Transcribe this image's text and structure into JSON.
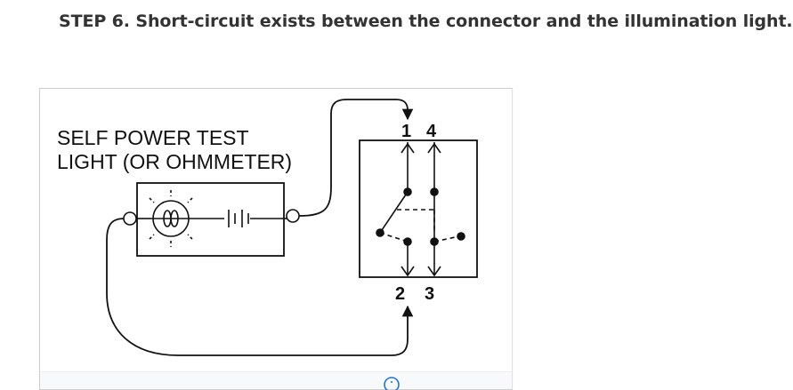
{
  "heading": {
    "text": "STEP 6. Short-circuit exists between the connector and the illumination light."
  },
  "diagram": {
    "label_line1": "SELF POWER TEST",
    "label_line2": "LIGHT (OR OHMMETER)",
    "terminal_1": "1",
    "terminal_2": "2",
    "terminal_3": "3",
    "terminal_4": "4"
  },
  "colors": {
    "heading": "#333333",
    "line": "#111111",
    "card_border": "#cfcfcf",
    "info_icon": "#1a73e8"
  },
  "icons": [
    "lamp-icon",
    "battery-icon",
    "switch-contacts",
    "info-icon"
  ]
}
